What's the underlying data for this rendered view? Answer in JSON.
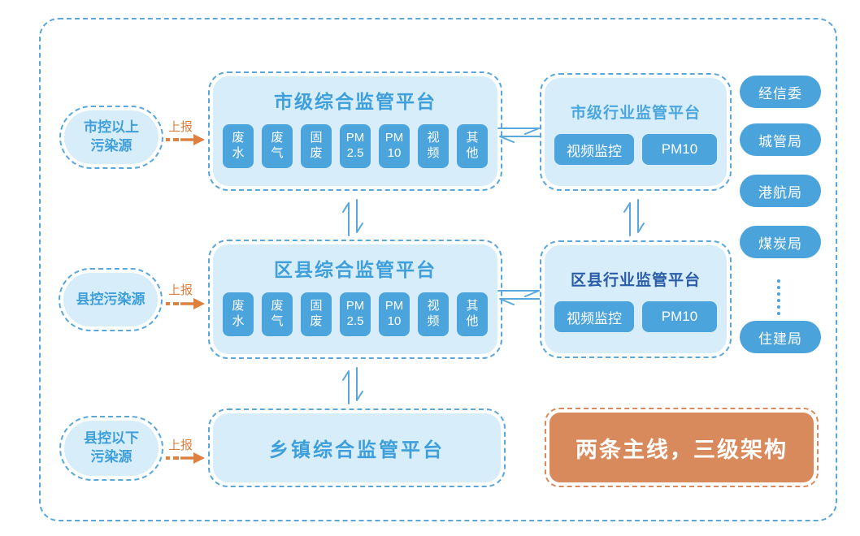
{
  "colors": {
    "dashed_border_blue": "#5AA7DC",
    "light_blue_fill": "#D7EDF9",
    "module_blue": "#4CA4DC",
    "title_blue": "#3E9FDB",
    "industry_title_light_blue": "#4AA6DE",
    "industry_title_navy": "#2B5CA8",
    "agency_pill_blue": "#4BA3DB",
    "report_orange": "#DE8040",
    "slogan_box_orange": "#D98A5C",
    "white": "#FFFFFF"
  },
  "report_label": "上报",
  "sources": [
    {
      "line1": "市控以上",
      "line2": "污染源"
    },
    {
      "line1": "县控污染源"
    },
    {
      "line1": "县控以下",
      "line2": "污染源"
    }
  ],
  "platforms": {
    "city": {
      "title": "市级综合监管平台",
      "modules": [
        {
          "l1": "废",
          "l2": "水"
        },
        {
          "l1": "废",
          "l2": "气"
        },
        {
          "l1": "固",
          "l2": "废"
        },
        {
          "l1": "PM",
          "l2": "2.5"
        },
        {
          "l1": "PM",
          "l2": "10"
        },
        {
          "l1": "视",
          "l2": "频"
        },
        {
          "l1": "其",
          "l2": "他"
        }
      ]
    },
    "district": {
      "title": "区县综合监管平台",
      "modules": [
        {
          "l1": "废",
          "l2": "水"
        },
        {
          "l1": "废",
          "l2": "气"
        },
        {
          "l1": "固",
          "l2": "废"
        },
        {
          "l1": "PM",
          "l2": "2.5"
        },
        {
          "l1": "PM",
          "l2": "10"
        },
        {
          "l1": "视",
          "l2": "频"
        },
        {
          "l1": "其",
          "l2": "他"
        }
      ]
    },
    "township": {
      "title": "乡镇综合监管平台"
    }
  },
  "industry": {
    "city": {
      "title": "市级行业监管平台",
      "modules": [
        "视频监控",
        "PM10"
      ]
    },
    "district": {
      "title": "区县行业监管平台",
      "modules": [
        "视频监控",
        "PM10"
      ]
    }
  },
  "agencies": [
    "经信委",
    "城管局",
    "港航局",
    "煤炭局",
    "住建局"
  ],
  "slogan": "两条主线，三级架构"
}
